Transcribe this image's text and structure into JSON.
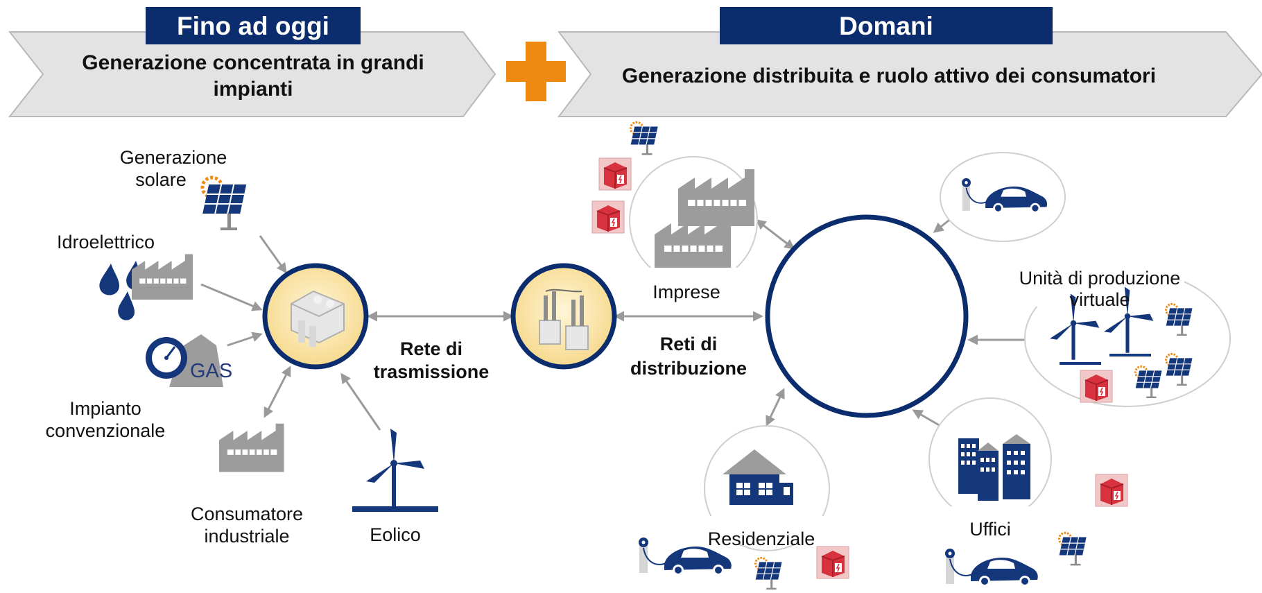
{
  "header": {
    "left_tab": "Fino ad oggi",
    "left_subtitle_line1": "Generazione concentrata in grandi",
    "left_subtitle_line2": "impianti",
    "right_tab": "Domani",
    "right_subtitle": "Generazione distribuita e ruolo attivo dei consumatori"
  },
  "left_sources": {
    "solar_line1": "Generazione",
    "solar_line2": "solare",
    "hydro": "Idroelettrico",
    "gas_symbol": "GAS",
    "conventional_line1": "Impianto",
    "conventional_line2": "convenzionale",
    "industrial_line1": "Consumatore",
    "industrial_line2": "industriale",
    "wind": "Eolico"
  },
  "middle": {
    "transmission_line1": "Rete di",
    "transmission_line2": "trasmissione",
    "distribution_line1": "Reti di",
    "distribution_line2": "distribuzione"
  },
  "right_nodes": {
    "businesses": "Imprese",
    "virtual_unit_line1": "Unità di produzione",
    "virtual_unit_line2": "virtuale",
    "residential": "Residenziale",
    "offices": "Uffici"
  },
  "colors": {
    "navy": "#0b2d6e",
    "orange": "#ee8a12",
    "banner_grey": "#e3e3e3",
    "node_fill": "#fbe6ae",
    "icon_grey": "#9c9c9c",
    "battery_red": "#d7323d",
    "arrow_grey": "#9a9a9a"
  }
}
